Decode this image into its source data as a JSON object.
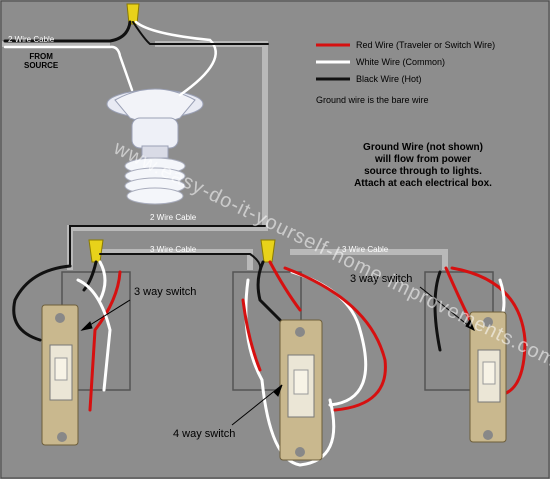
{
  "labels": {
    "top_cable": "2 Wire Cable",
    "from_source": "FROM\nSOURCE",
    "mid_cable": "2 Wire Cable",
    "left_3wire": "3 Wire Cable",
    "right_3wire": "3 Wire Cable",
    "switch_left": "3 way switch",
    "switch_right": "3 way switch",
    "switch_mid": "4 way switch",
    "ground_note": "Ground Wire (not shown)\nwill flow from power\nsource through to lights.\nAttach at each electrical box.",
    "watermark": "www.easy-do-it-yourself-home-improvements.com"
  },
  "legend": {
    "red": "Red Wire (Traveler or Switch Wire)",
    "white": "White Wire (Common)",
    "black": "Black Wire (Hot)",
    "ground": "Ground wire is the bare wire"
  },
  "colors": {
    "red": "#d61010",
    "white": "#ffffff",
    "black": "#111111",
    "conduit": "#b8b8b8",
    "box": "#8a8a8a",
    "wirenut": "#e8d21a"
  }
}
